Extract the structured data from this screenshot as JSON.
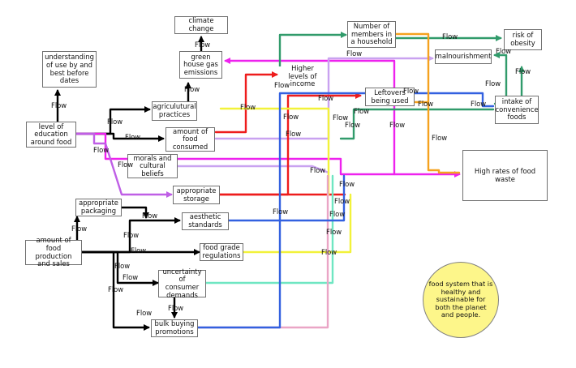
{
  "diagram": {
    "flow_label": "Flow",
    "goal": "food system that is healthy and sustainable for both the planet and people.",
    "nodes": {
      "climate_change": "climate change",
      "understanding": "understanding of use by and best before dates",
      "green_house": "green house gas emissions",
      "higher_income": "Higher levels of income",
      "members_household": "Number of members in a household",
      "malnourishment": "malnourishment",
      "risk_obesity": "risk of obesity",
      "leftovers": "Leftovers being used",
      "convenience_foods": "intake of convenience foods",
      "agricultural_practices": "agriculutural practices",
      "education": "level of education around food",
      "amount_consumed": "amount of food consumed",
      "morals": "morals and cultural beliefs",
      "food_waste": "High rates of food waste",
      "storage": "appropriate storage",
      "packaging": "appropriate packaging",
      "aesthetic": "aesthetic standards",
      "production": "amount of food production and sales",
      "grade_regulations": "food grade regulations",
      "uncertainty": "uncertainty of consumer demands",
      "bulk_buying": "bulk buying promotions"
    },
    "colors": {
      "black": "#000000",
      "magenta": "#ee22ee",
      "purple": "#bf5fe6",
      "lavender": "#c9a2f0",
      "green": "#319b6b",
      "orange": "#f5a21e",
      "blue": "#3361e0",
      "red": "#ee1c1c",
      "yellow": "#f2f23a",
      "mint": "#6fe6c2",
      "pink": "#eaa5c6",
      "goal_fill": "#fdf68a"
    }
  }
}
